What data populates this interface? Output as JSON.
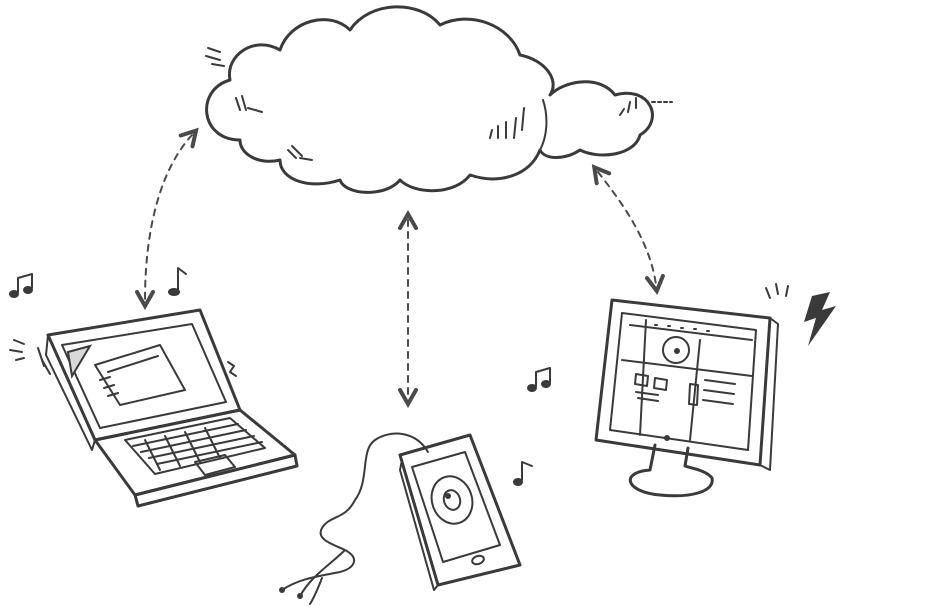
{
  "diagram": {
    "nodes": [
      {
        "id": "cloud",
        "icon": "cloud-icon"
      },
      {
        "id": "laptop",
        "icon": "laptop-icon"
      },
      {
        "id": "phone",
        "icon": "music-player-icon"
      },
      {
        "id": "monitor",
        "icon": "monitor-icon"
      }
    ],
    "connections": [
      {
        "from": "cloud",
        "to": "laptop",
        "style": "dashed-bidirectional"
      },
      {
        "from": "cloud",
        "to": "phone",
        "style": "dashed-bidirectional"
      },
      {
        "from": "cloud",
        "to": "monitor",
        "style": "dashed-bidirectional"
      }
    ],
    "decorations": [
      "music-note-icon",
      "music-note-icon",
      "music-note-icon",
      "music-note-icon",
      "lightning-icon"
    ],
    "ink_color": "#3a3a3a"
  }
}
